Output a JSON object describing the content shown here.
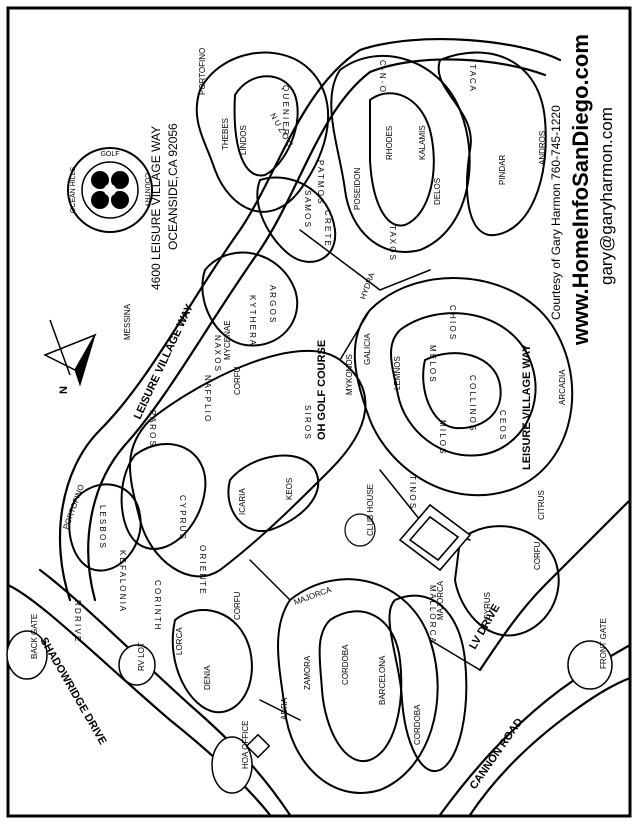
{
  "credits": {
    "courtesy": "Courtesy of Gary Harmon   760-745-1220",
    "website": "www.HomeInfoSanDiego.com",
    "email": "gary@garyharmon.com"
  },
  "address": {
    "line1": "4600 LEISURE VILLAGE WAY",
    "line2": "OCEANSIDE,CA 92056"
  },
  "logo": {
    "ring_top": "OCEAN HILLS",
    "ring_right": "GOLF",
    "ring_bottom": "COUNTRY"
  },
  "compass": {
    "label": "N"
  },
  "buildings": {
    "back_gate": "BACK GATE",
    "rv_lot": "RV LOT",
    "hoa_office": "HOA OFFICE",
    "front_gate": "FRONT GATE",
    "club_house": "CLUB HOUSE"
  },
  "streets": {
    "shadowridge": "SHADOWRIDGE DRIVE",
    "cannon": "CANNON ROAD",
    "lv_drive": "LV DRIVE",
    "leisure_left": "LEISURE VILLAGE WAY",
    "leisure_right": "LEISURE VILLAGE WAY",
    "golf_course": "OH GOLF COURSE",
    "portofino_top": "PORTOFINO",
    "portofino_left": "PORTOFINO",
    "thebes": "THEBES",
    "lindos": "LINDOS",
    "poseidon": "POSEIDON",
    "rhodes": "RHODES",
    "kalamis": "KALAMIS",
    "delos": "DELOS",
    "pindar": "PINDAR",
    "andros": "ANDROS",
    "hydra": "HYDRA",
    "mycenae": "MYCENAE",
    "corfu_top": "CORFU",
    "corfu_mid": "CORFU",
    "corfu_bottom": "CORFU",
    "messina": "MESSINA",
    "icaria": "ICARIA",
    "keos": "KEOS",
    "lemnos": "LEMNOS",
    "galicia": "GALICIA",
    "mykonos": "MYKONOS",
    "arcadia": "ARCADIA",
    "majorca_top": "MAJORCA",
    "majorca_right": "MAJORCA",
    "cyrus": "CYRUS",
    "citrus": "CITRUS",
    "lorca": "LORCA",
    "denia": "DENIA",
    "adra": "ADRA",
    "zamora": "ZAMORA",
    "cordoba_top": "CORDOBA",
    "cordoba_bottom": "CORDOBA",
    "barcelona": "BARCELONA"
  },
  "spaced": {
    "quenier": "Q U E N I E R",
    "nuzoc": "N U Z O C",
    "c_n_o": "C - N - O",
    "itaca": "I T A C A",
    "taxos": "T A X O S",
    "corinth": "C O R I N T H",
    "lesbos": "L E S B O S",
    "patmos": "P A T M O S",
    "samos": "S A M O S",
    "chios": "C H I O S",
    "melos": "M E L O S",
    "collinos": "C O L L I N O S",
    "tinos": "T I N O S",
    "ceos": "C E O S",
    "milos": "M I L O S",
    "cyprus": "C Y P R U S",
    "naxos": "N A X O S",
    "kythera": "K Y T H E R A",
    "argos": "A R G O S",
    "nafplio": "N A F P L I O",
    "siros": "S I R O S",
    "paros": "P A R O S",
    "crete": "C R E T E",
    "mallorca": "M A L L O R C A",
    "kefalonia": "K E F A L O N I A",
    "oriente": "O R I E N T E",
    "rdrive": "R D R I V E"
  }
}
